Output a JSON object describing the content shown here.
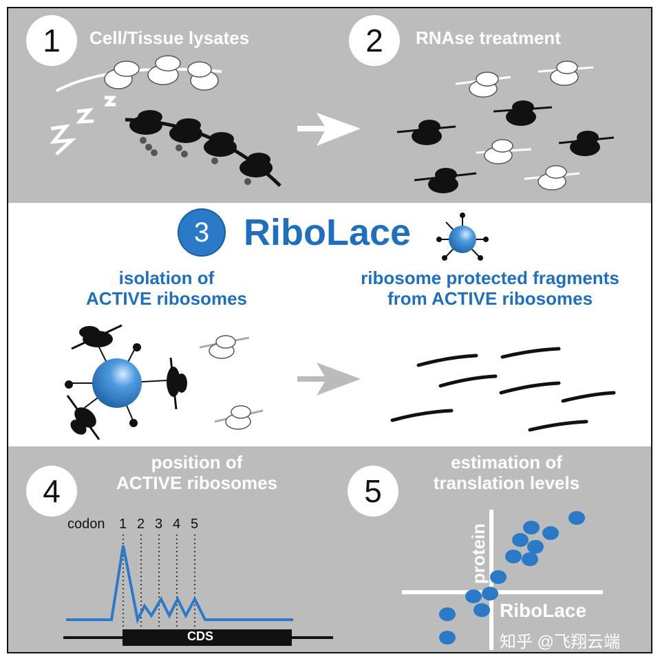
{
  "steps": {
    "one": {
      "number": "1",
      "title": "Cell/Tissue lysates"
    },
    "two": {
      "number": "2",
      "title": "RNAse treatment"
    },
    "three": {
      "number": "3",
      "title": "RiboLace"
    },
    "four": {
      "number": "4",
      "title_line1": "position of",
      "title_line2": "ACTIVE ribosomes"
    },
    "five": {
      "number": "5",
      "title_line1": "estimation of",
      "title_line2": "translation levels"
    }
  },
  "middle": {
    "left_line1": "isolation of",
    "left_line2": "ACTIVE ribosomes",
    "right_line1": "ribosome protected fragments",
    "right_line2": "from ACTIVE ribosomes"
  },
  "codon_plot": {
    "axis_label": "codon",
    "codons": [
      "1",
      "2",
      "3",
      "4",
      "5"
    ],
    "cds_label": "CDS"
  },
  "scatter": {
    "y_label": "protein",
    "x_label": "RiboLace"
  },
  "watermark": "知乎 @飞翔云端",
  "colors": {
    "blue": "#2a7ac8",
    "title_blue": "#1f6fbf",
    "panel_gray": "#bcbcbc"
  }
}
